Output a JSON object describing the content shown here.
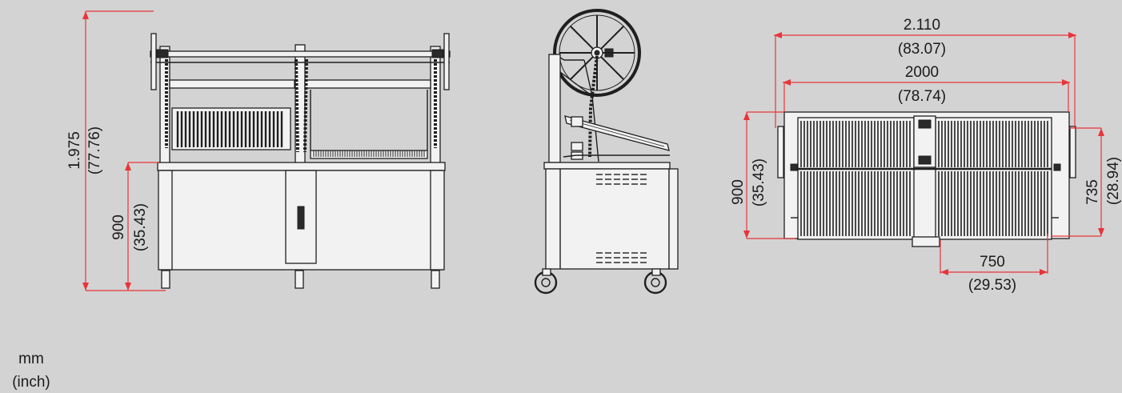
{
  "units": {
    "primary": "mm",
    "secondary": "(inch)"
  },
  "front_view": {
    "total_height": {
      "mm": "1.975",
      "inch": "(77.76)"
    },
    "table_height": {
      "mm": "900",
      "inch": "(35.43)"
    }
  },
  "top_view": {
    "overall_width": {
      "mm": "2.110",
      "inch": "(83.07)"
    },
    "body_width": {
      "mm": "2000",
      "inch": "(78.74)"
    },
    "overall_depth": {
      "mm": "900",
      "inch": "(35.43)"
    },
    "body_depth": {
      "mm": "735",
      "inch": "(28.94)"
    },
    "grill_width": {
      "mm": "750",
      "inch": "(29.53)"
    }
  },
  "colors": {
    "background": "#d3d3d3",
    "dimension_line": "#e8343a",
    "drawing": "#1f1f1f"
  }
}
